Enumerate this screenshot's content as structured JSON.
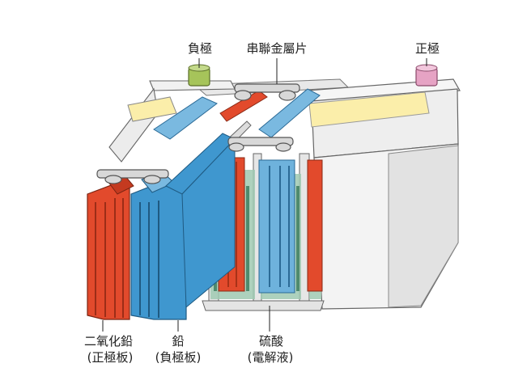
{
  "labels": {
    "negative_terminal": "負極",
    "connector_strap": "串聯金屬片",
    "positive_terminal": "正極",
    "lead_dioxide": "二氧化鉛",
    "positive_plate": "(正極板)",
    "lead": "鉛",
    "negative_plate": "(負極板)",
    "sulfuric_acid": "硫酸",
    "electrolyte": "(電解液)"
  },
  "colors": {
    "negative_cap": "#a6c45a",
    "positive_cap": "#e6a3c4",
    "positive_plate": "#e24a2c",
    "negative_plate": "#3f97cf",
    "electrolyte": "#7fb59a",
    "casing": "#efefef",
    "lid_highlight": "#fbeeaa"
  }
}
